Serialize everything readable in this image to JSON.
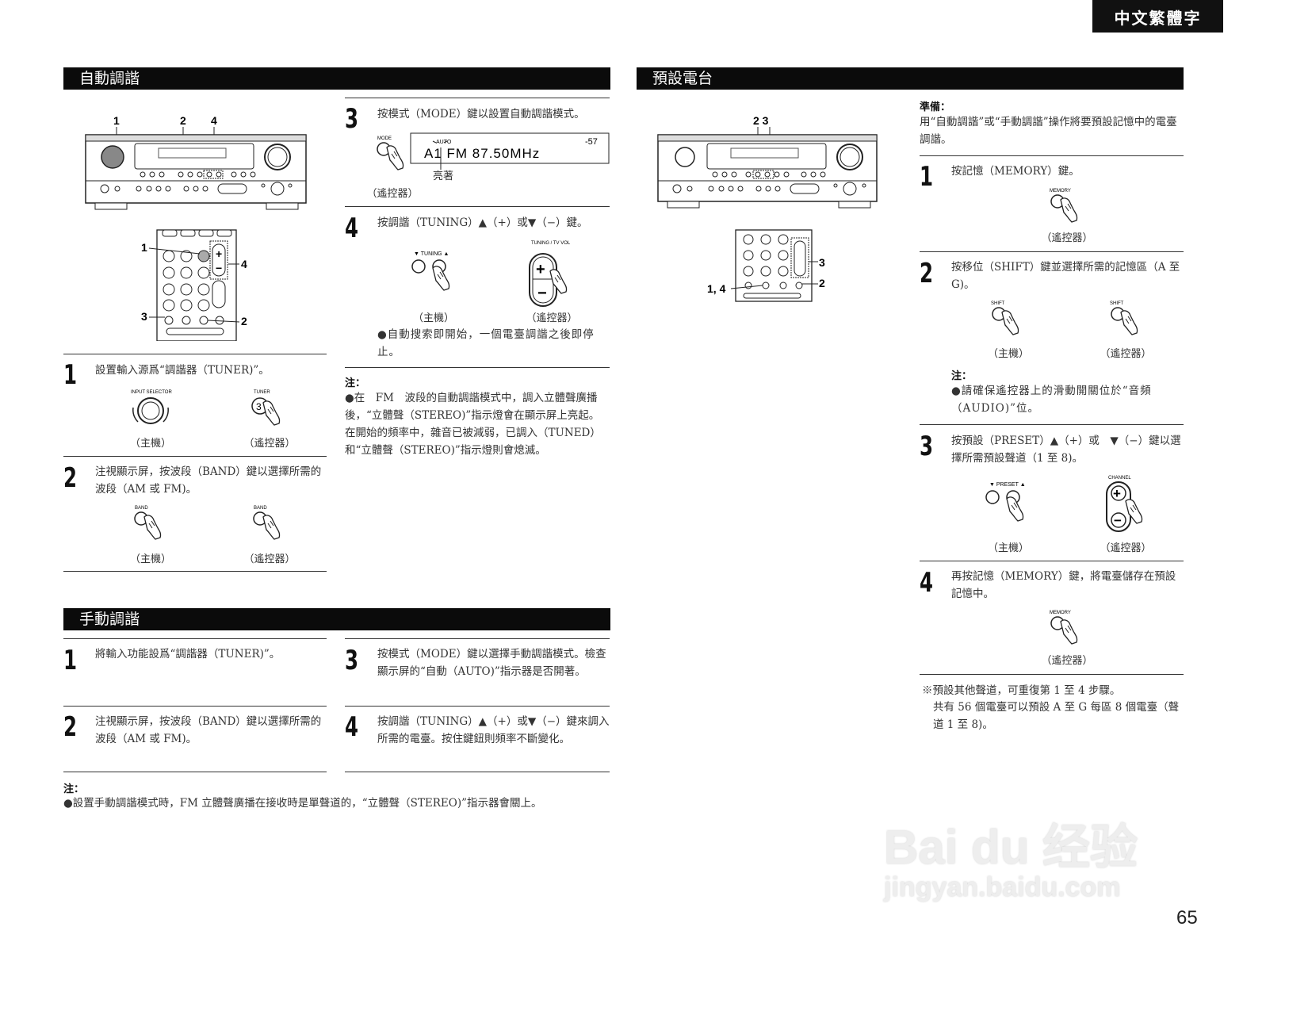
{
  "lang_tab": "中文繁體字",
  "page_number": "65",
  "auto": {
    "title": "自動調諧",
    "figure_callouts": {
      "a1": "1",
      "a2": "2",
      "a4": "4",
      "r1": "1",
      "r4": "4",
      "r3": "3",
      "r2": "2"
    },
    "steps": [
      {
        "num": "1",
        "text": "設置輸入源爲“調諧器（TUNER)”。",
        "captions": [
          "（主機）",
          "（遙控器）"
        ],
        "button_labels": [
          "INPUT SELECTOR",
          "TUNER"
        ],
        "key_glyph": "3"
      },
      {
        "num": "2",
        "text": "注視顯示屏，按波段（BAND）鍵以選擇所需的波段（AM 或 FM)。",
        "captions": [
          "（主機）",
          "（遙控器）"
        ],
        "button_labels": [
          "BAND",
          "BAND"
        ]
      },
      {
        "num": "3",
        "text": "按模式（MODE）鍵以設置自動調諧模式。",
        "button_label": "MODE",
        "display": {
          "indicator": "AUTO",
          "text": "A1  FM  87.50MHz",
          "level": "-57"
        },
        "lit_label": "亮著",
        "caption": "（遙控器）"
      },
      {
        "num": "4",
        "text": "按調諧（TUNING）▲（+）或▼（−）鍵。",
        "captions": [
          "（主機）",
          "（遙控器）"
        ],
        "button_labels": [
          "▼ TUNING ▲",
          "TUNING / TV VOL"
        ],
        "bullet": "●自動搜索即開始，一個電臺調諧之後即停止。"
      }
    ],
    "note_title": "注：",
    "note": "●在　FM　波段的自動調諧模式中，調入立體聲廣播後，“立體聲（STEREO)”指示燈會在顯示屏上亮起。在開始的頻率中，雜音已被減弱，已調入（TUNED）和“立體聲（STEREO)”指示燈則會熄滅。"
  },
  "manual": {
    "title": "手動調諧",
    "steps": [
      {
        "num": "1",
        "text": "將輸入功能設爲“調諧器（TUNER)”。"
      },
      {
        "num": "2",
        "text": "注視顯示屏，按波段（BAND）鍵以選擇所需的波段（AM 或 FM)。"
      },
      {
        "num": "3",
        "text": "按模式（MODE）鍵以選擇手動調諧模式。檢查顯示屏的“自動（AUTO)”指示器是否開著。"
      },
      {
        "num": "4",
        "text": "按調諧（TUNING）▲（+）或▼（−）鍵來調入所需的電臺。按住鍵鈕則頻率不斷變化。"
      }
    ],
    "note_title": "注：",
    "note": "●設置手動調諧模式時，FM 立體聲廣播在接收時是單聲道的，“立體聲（STEREO)”指示器會關上。"
  },
  "preset": {
    "title": "預設電台",
    "figure_callouts": {
      "a23": "2 3",
      "r3": "3",
      "r2": "2",
      "r14": "1, 4"
    },
    "prep_title": "準備：",
    "prep": "用“自動調諧”或“手動調諧”操作將要預設記憶中的電臺調諧。",
    "steps": [
      {
        "num": "1",
        "text": "按記憶（MEMORY）鍵。",
        "button_label": "MEMORY",
        "caption": "（遙控器）"
      },
      {
        "num": "2",
        "text": "按移位（SHIFT）鍵並選擇所需的記憶區（A 至 G)。",
        "captions": [
          "（主機）",
          "（遙控器）"
        ],
        "button_labels": [
          "SHIFT",
          "SHIFT"
        ],
        "note_title": "注：",
        "note": "●請確保遙控器上的滑動開關位於“音頻（AUDIO)”位。"
      },
      {
        "num": "3",
        "text": "按預設（PRESET）▲（+）或　▼（−）鍵以選擇所需預設聲道（1 至 8)。",
        "captions": [
          "（主機）",
          "（遙控器）"
        ],
        "button_labels": [
          "▼ PRESET ▲",
          "CHANNEL"
        ]
      },
      {
        "num": "4",
        "text": "再按記憶（MEMORY）鍵，將電臺儲存在預設記憶中。",
        "button_label": "MEMORY",
        "caption": "（遙控器）"
      }
    ],
    "footnote_line1": "※預設其他聲道，可重復第 1 至 4 步驟。",
    "footnote_line2": "共有 56 個電臺可以預設 A 至 G 每區 8 個電臺（聲道 1 至 8)。"
  },
  "watermark": {
    "logo": "Bai du 经验",
    "url": "jingyan.baidu.com"
  }
}
